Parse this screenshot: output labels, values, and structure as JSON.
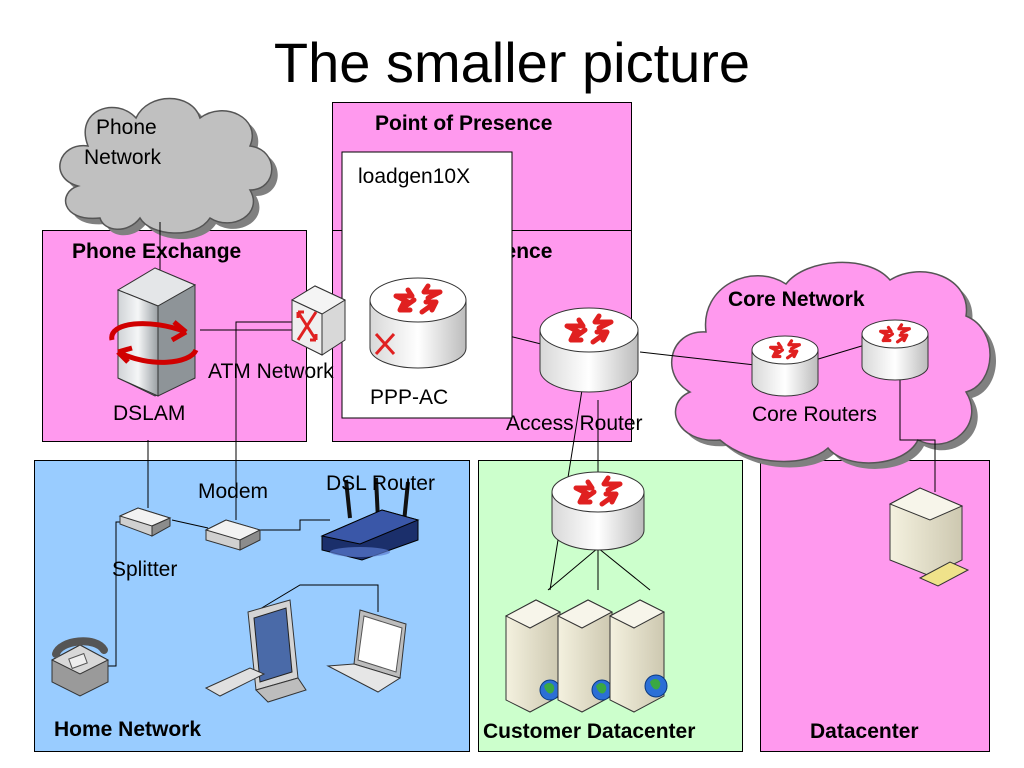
{
  "title": "The smaller picture",
  "regions": {
    "point_of_presence_back": "Point of Presence",
    "point_of_presence_front": "Point of Presence",
    "phone_exchange": "Phone Exchange",
    "home_network": "Home Network",
    "customer_datacenter": "Customer Datacenter",
    "datacenter": "Datacenter",
    "core_network": "Core Network"
  },
  "clouds": {
    "phone_network": [
      "Phone",
      "Network"
    ]
  },
  "boxes": {
    "loadgen": "loadgen10X"
  },
  "labels": {
    "dslam": "DSLAM",
    "atm_network": "ATM Network",
    "ppp_ac": "PPP-AC",
    "access_router": "Access Router",
    "core_routers": "Core Routers",
    "modem": "Modem",
    "dsl_router": "DSL Router",
    "splitter": "Splitter"
  },
  "colors": {
    "pink": "#ff99ee",
    "blue": "#99ccff",
    "green": "#ccffcc",
    "cloud_gray": "#c0c0c0",
    "cloud_pink": "#ff99ee"
  }
}
